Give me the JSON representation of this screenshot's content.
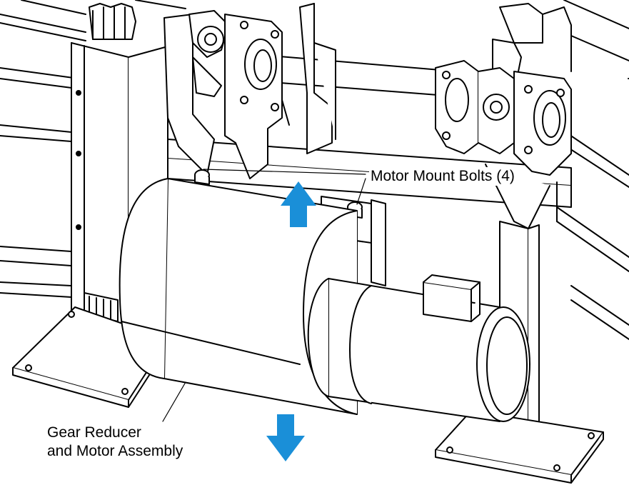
{
  "labels": {
    "motor_mount_bolts": "Motor Mount Bolts (4)",
    "gear_reducer_line1": "Gear Reducer",
    "gear_reducer_line2": "and Motor Assembly"
  },
  "colors": {
    "line": "#000000",
    "fill": "#ffffff",
    "arrow": "#1a8fd8"
  },
  "arrows": {
    "up": "arrow-up-icon",
    "down": "arrow-down-icon"
  }
}
